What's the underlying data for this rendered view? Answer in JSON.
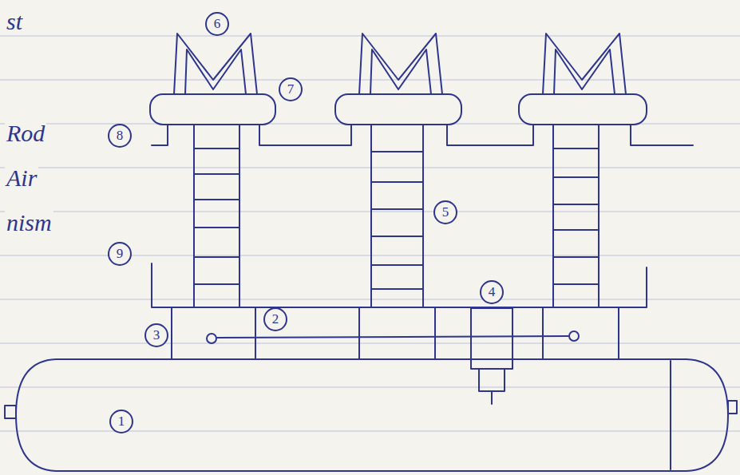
{
  "diagram": {
    "labels": [
      "st",
      "6",
      "7",
      "Rod",
      "8",
      "Air",
      "5",
      "nism",
      "9",
      "4",
      "3",
      "2",
      "1"
    ]
  }
}
